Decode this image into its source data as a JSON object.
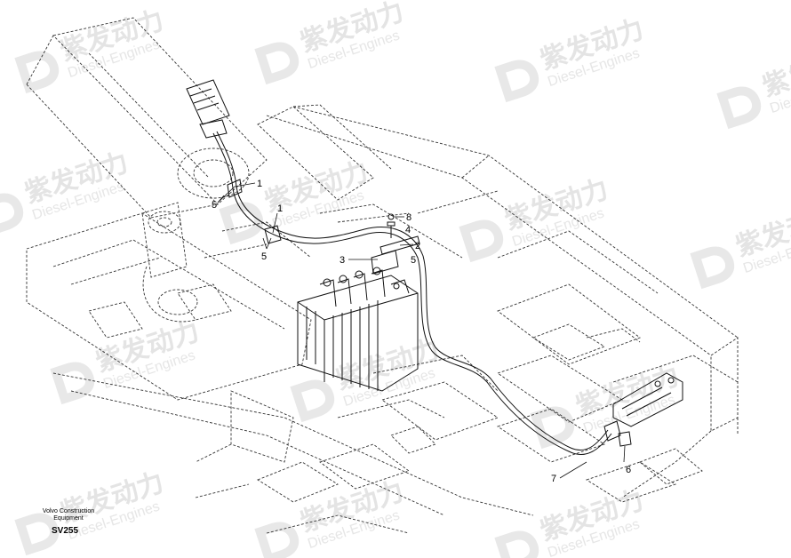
{
  "watermark": {
    "brand_cn": "紫发动力",
    "brand_en": "Diesel-Engines"
  },
  "caption": {
    "company": "Volvo Construction Equipment",
    "code": "SV255"
  },
  "callouts": [
    {
      "id": "1a",
      "text": "1"
    },
    {
      "id": "1b",
      "text": "1"
    },
    {
      "id": "2",
      "text": "2"
    },
    {
      "id": "3",
      "text": "3"
    },
    {
      "id": "4",
      "text": "4"
    },
    {
      "id": "5a",
      "text": "5"
    },
    {
      "id": "5b",
      "text": "5"
    },
    {
      "id": "5c",
      "text": "5"
    },
    {
      "id": "6",
      "text": "6"
    },
    {
      "id": "7",
      "text": "7"
    },
    {
      "id": "8",
      "text": "8"
    }
  ]
}
